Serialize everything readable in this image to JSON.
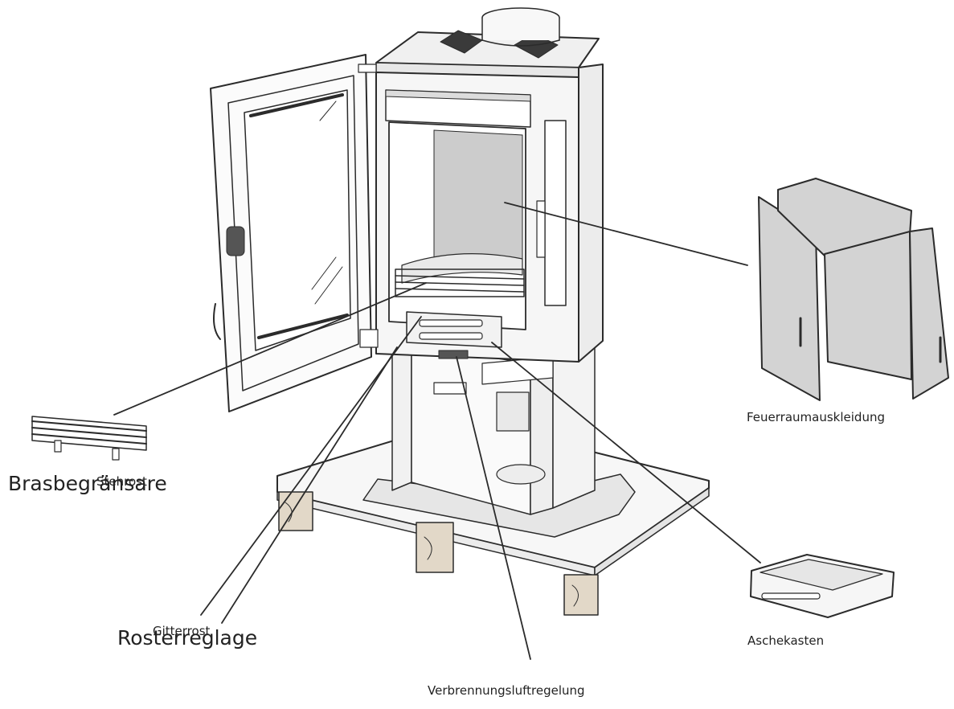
{
  "labels": {
    "feuerraumauskleidung": "Feuerraumauskleidung",
    "stehrost": "Stehrost",
    "brasbegransare": "Brasbegränsare",
    "gitterrost": "Gitterrost",
    "rosterreglage": "Rosterreglage",
    "aschekasten": "Aschekasten",
    "verbrennungsluftregelung": "Verbrennungsluftregelung"
  },
  "colors": {
    "ink": "#2b2b2b",
    "panel_fill": "#d3d3d3",
    "body_fill": "#f4f4f4",
    "label": "#222222"
  }
}
